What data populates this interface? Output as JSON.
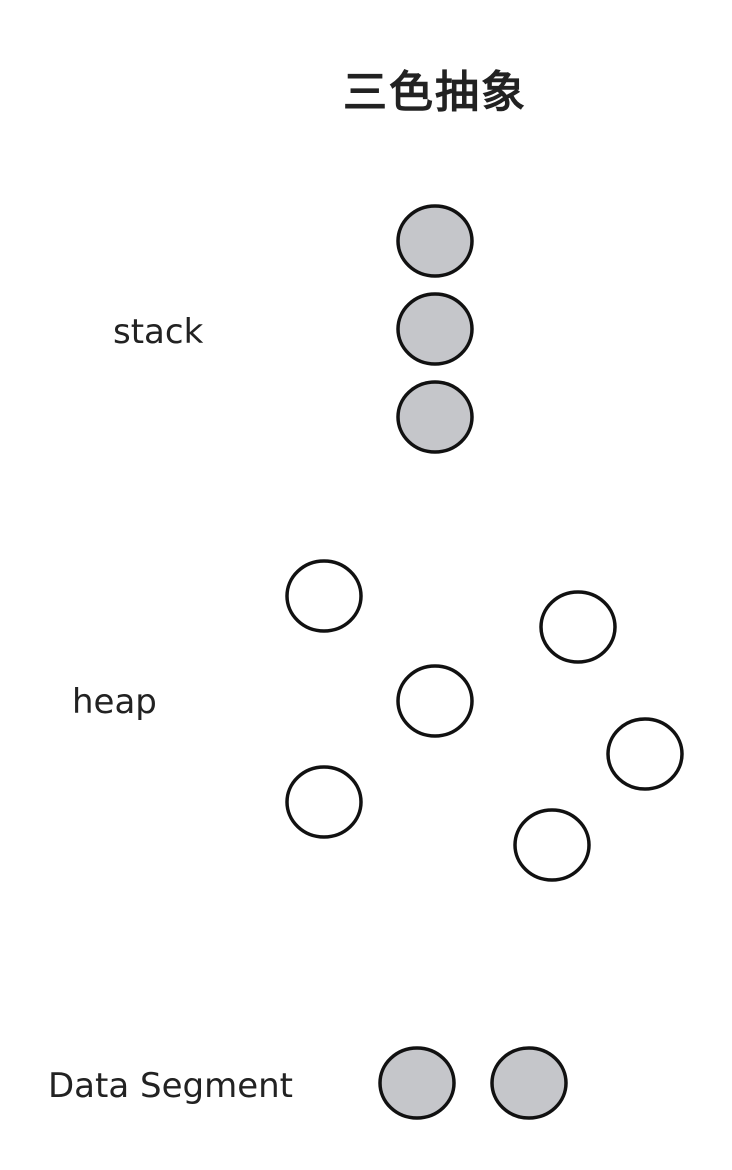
{
  "title": "三色抽象",
  "colors": {
    "gray_fill": "#c5c6ca",
    "white_fill": "#ffffff",
    "stroke": "#111111"
  },
  "regions": {
    "stack": {
      "label": "stack",
      "object_count": 3,
      "fill": "gray"
    },
    "heap": {
      "label": "heap",
      "object_count": 6,
      "fill": "white"
    },
    "data_segment": {
      "label": "Data Segment",
      "object_count": 2,
      "fill": "gray"
    }
  }
}
